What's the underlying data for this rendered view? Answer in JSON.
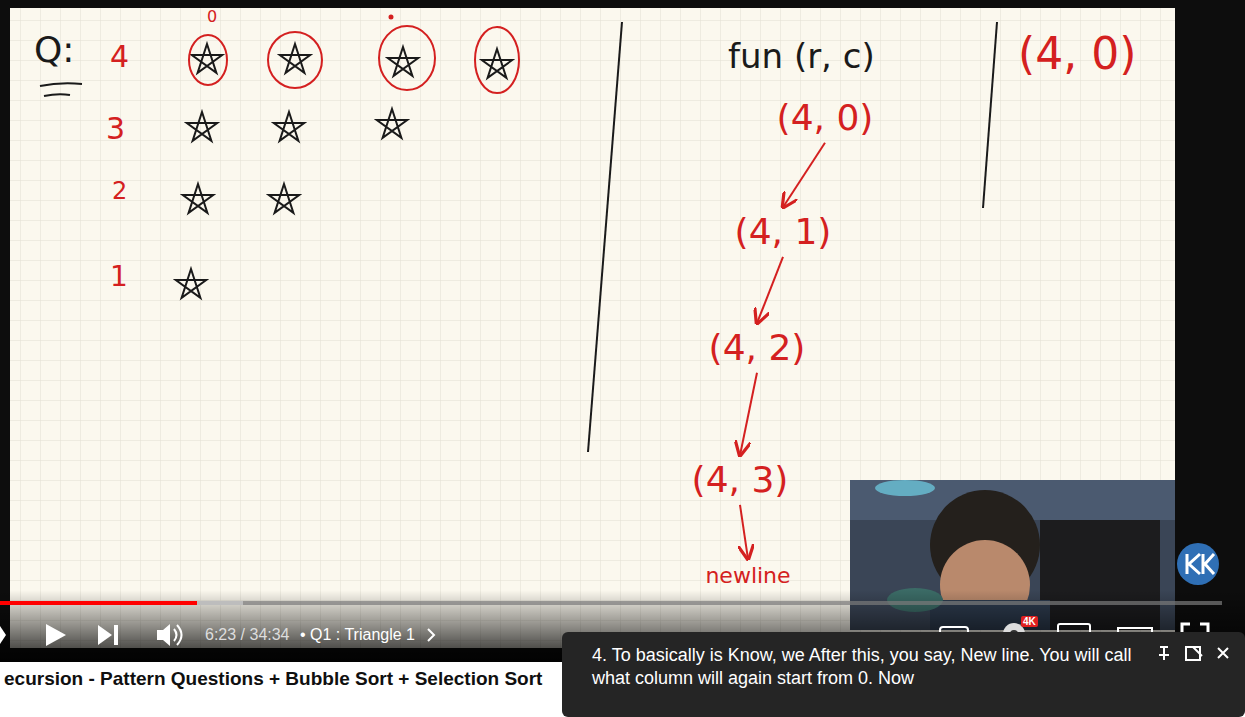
{
  "diagram": {
    "nodes": [
      {
        "text": [
          "(4, 0)"
        ]
      },
      {
        "text": [
          "(4, 1)"
        ]
      },
      {
        "text": [
          "(4, 2)"
        ]
      },
      {
        "text": [
          "(4, 3)"
        ]
      },
      {
        "text": [
          "newline"
        ]
      }
    ],
    "edges": [
      {
        "from": 0,
        "to": 1,
        "arrow": "to"
      },
      {
        "from": 1,
        "to": 2,
        "arrow": "to"
      },
      {
        "from": 2,
        "to": 3,
        "arrow": "to"
      },
      {
        "from": 3,
        "to": 4,
        "arrow": "to"
      }
    ],
    "labels": [
      "Q:",
      "4",
      "3",
      "2",
      "1",
      "0",
      "fun (r, c)",
      "(4, 0)",
      "6:23 / 34:34",
      "• Q1 : Triangle 1",
      "4K",
      "ecursion - Pattern Questions + Bubble Sort + Selection Sort",
      "4. To basically is Know, we After this, you say, New line. You will call what column will again start from 0. Now"
    ]
  }
}
